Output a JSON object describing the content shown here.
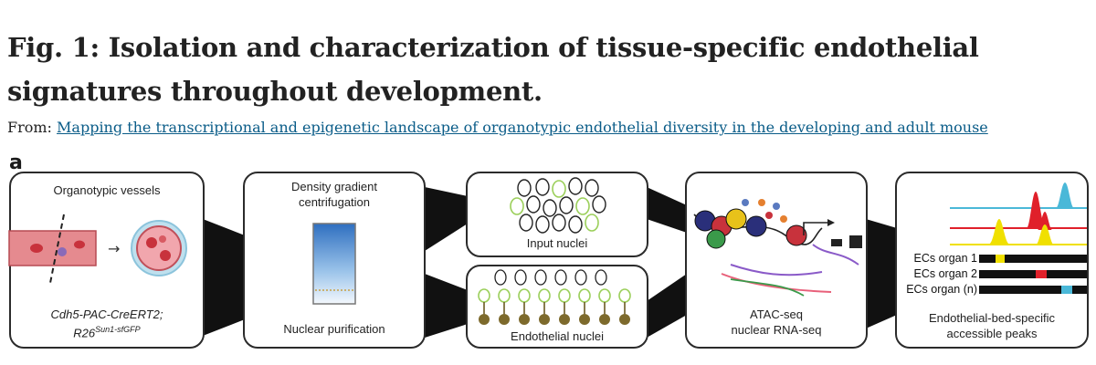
{
  "figure": {
    "title": "Fig. 1: Isolation and characterization of tissue-specific endothelial signatures throughout development.",
    "from_prefix": "From: ",
    "source_link": "Mapping the transcriptional and epigenetic landscape of organotypic endothelial diversity in the developing and adult mouse",
    "panel_letter": "a"
  },
  "panels": {
    "vessels": {
      "title": "Organotypic vessels",
      "genotype_line1": "Cdh5-PAC-CreERT2;",
      "genotype_line2_base": "R26",
      "genotype_line2_sup": "Sun1-sfGFP"
    },
    "purification": {
      "title_line1": "Density gradient",
      "title_line2": "centrifugation",
      "bottom_label": "Nuclear purification"
    },
    "input": {
      "label": "Input nuclei"
    },
    "endothelial": {
      "label": "Endothelial nuclei"
    },
    "sequencing": {
      "line1": "ATAC-seq",
      "line2": "nuclear RNA-seq"
    },
    "peaks": {
      "rows": [
        "ECs organ 1",
        "ECs organ 2",
        "ECs organ (n)"
      ],
      "label_line1": "Endothelial-bed-specific",
      "label_line2": "accessible peaks",
      "colors": {
        "organ1": "#f0e000",
        "organ2": "#e0202a",
        "organn": "#4ab8d8"
      }
    }
  }
}
